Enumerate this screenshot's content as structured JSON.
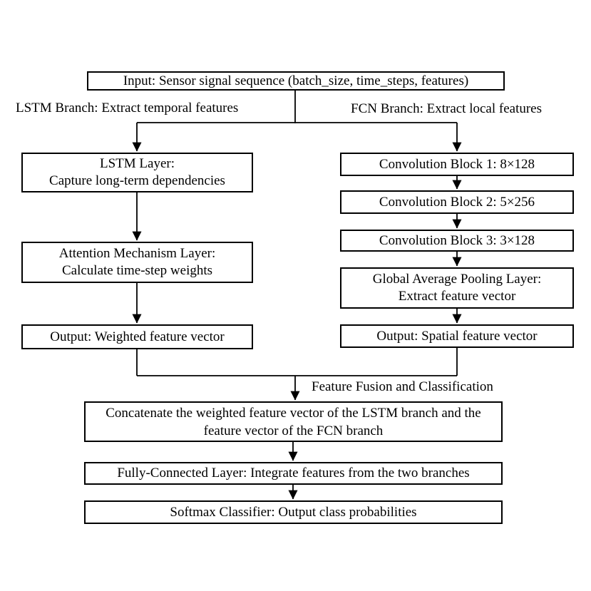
{
  "diagram": {
    "background_color": "#ffffff",
    "line_color": "#000000",
    "nodes": {
      "input": "Input: Sensor signal sequence (batch_size, time_steps, features)",
      "lstm_layer": "LSTM Layer:\nCapture long-term dependencies",
      "attention": "Attention Mechanism Layer:\nCalculate time-step weights",
      "output_weighted": "Output: Weighted feature vector",
      "conv_block_1": "Convolution Block 1: 8×128",
      "conv_block_2": "Convolution Block 2: 5×256",
      "conv_block_3": "Convolution Block 3: 3×128",
      "global_avg_pooling": "Global Average Pooling Layer:\nExtract feature vector",
      "output_spatial": "Output: Spatial feature vector",
      "concatenate": "Concatenate the weighted feature vector of the LSTM branch and the\nfeature vector of the FCN branch",
      "fully_connected": "Fully-Connected Layer: Integrate features from the two branches",
      "softmax": "Softmax Classifier: Output class probabilities"
    },
    "labels": {
      "lstm_branch": "LSTM Branch: Extract temporal features",
      "fcn_branch": "FCN Branch: Extract local features",
      "fusion": "Feature Fusion and Classification"
    }
  }
}
